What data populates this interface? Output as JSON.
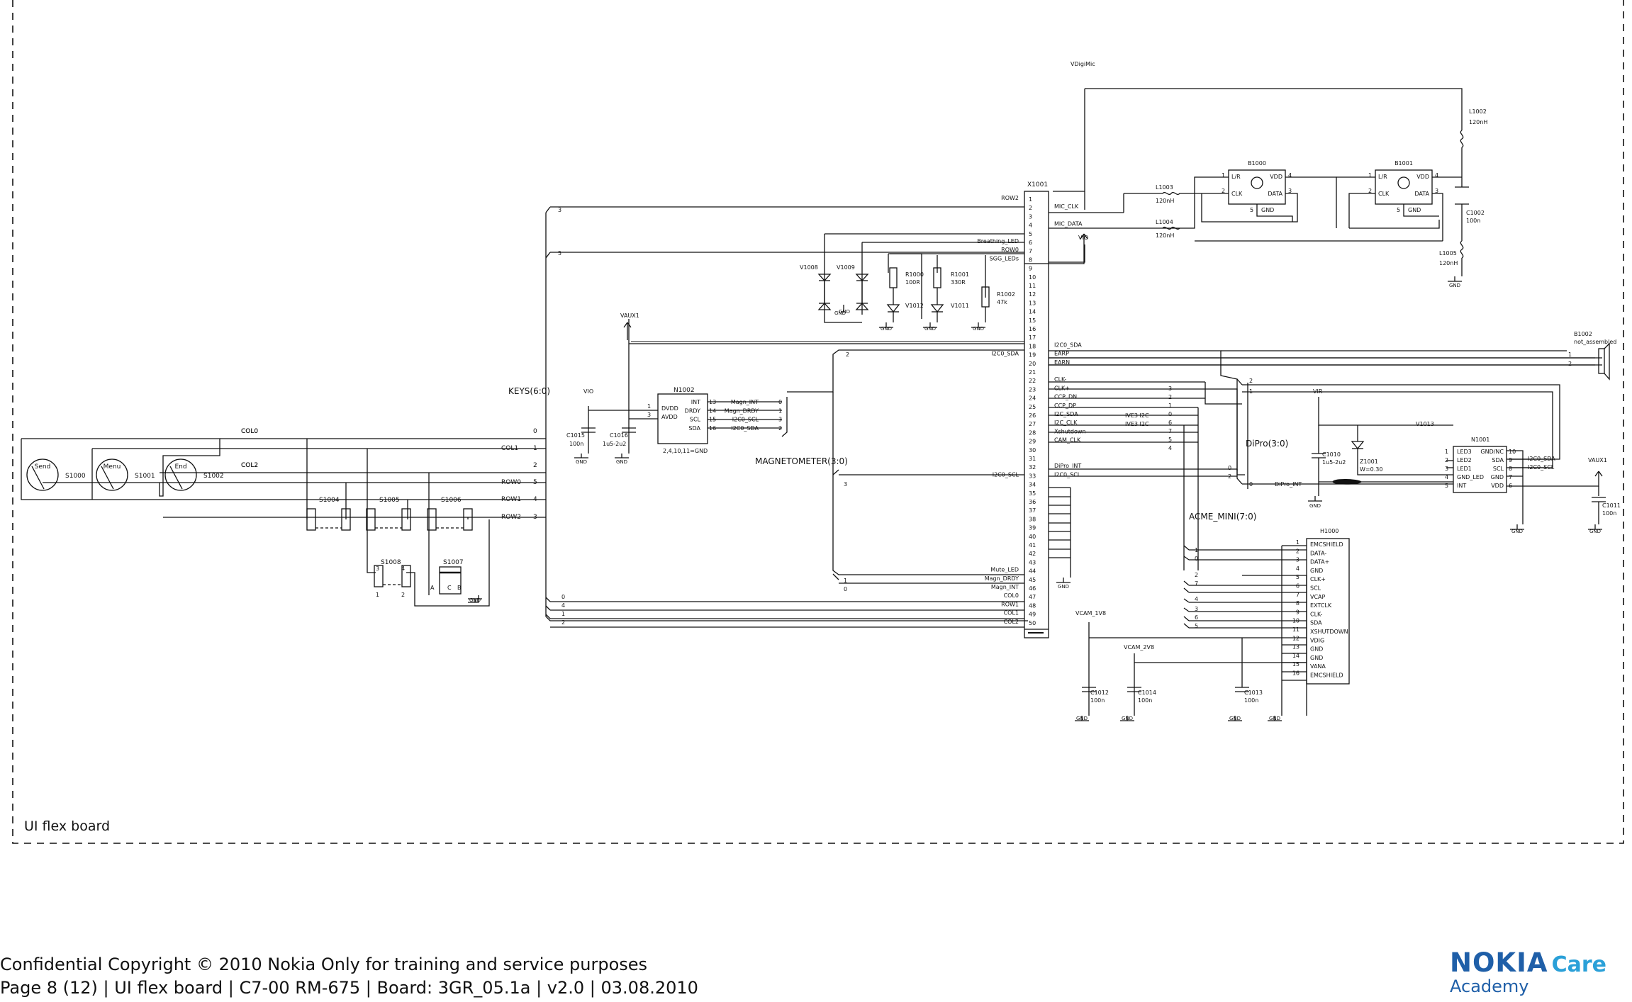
{
  "frame_label": "UI flex board",
  "footer": {
    "line1": "Confidential Copyright © 2010 Nokia Only for training and service purposes",
    "line2": "Page 8 (12)  |  UI flex board  |  C7-00 RM-675  |  Board: 3GR_05.1a  |  v2.0  |  03.08.2010"
  },
  "logo": {
    "brand": "NOKIA",
    "care": "Care",
    "academy": "Academy"
  },
  "bus_labels": {
    "keys": "KEYS(6:0)",
    "magnetometer": "MAGNETOMETER(3:0)",
    "dipro": "DiPro(3:0)",
    "acme": "ACME_MINI(7:0)"
  },
  "connector": {
    "ref": "X1001",
    "pins": [
      "1",
      "2",
      "3",
      "4",
      "5",
      "6",
      "7",
      "8",
      "9",
      "10",
      "11",
      "12",
      "13",
      "14",
      "15",
      "16",
      "17",
      "18",
      "19",
      "20",
      "21",
      "22",
      "23",
      "24",
      "25",
      "26",
      "27",
      "28",
      "29",
      "30",
      "31",
      "32",
      "33",
      "34",
      "35",
      "36",
      "37",
      "38",
      "39",
      "40",
      "41",
      "42",
      "43",
      "44",
      "45",
      "46",
      "47",
      "48",
      "49",
      "50"
    ],
    "left_nets": {
      "1": "ROW2",
      "6": "Breathing_LED",
      "7": "ROW0",
      "8": "SGG_LEDs",
      "19": "I2C0_SDA",
      "33": "I2C0_SCL",
      "44": "Mute_LED",
      "45": "Magn_DRDY",
      "46": "Magn_INT",
      "47": "COL0",
      "48": "ROW1",
      "49": "COL1",
      "50": "COL2"
    },
    "right_nets": {
      "2": "MIC_CLK",
      "4": "MIC_DATA",
      "18": "I2C0_SDA",
      "19": "EARP",
      "20": "EARN",
      "22": "CLK-",
      "23": "CLK+",
      "24": "CCP_DN",
      "25": "CCP_DP",
      "26": "I2C_SDA",
      "27": "I2C_CLK",
      "28": "Xshutdown",
      "29": "CAM_CLK",
      "32": "DiPro_INT",
      "33": "I2C0_SCL"
    }
  },
  "keys": {
    "buttons": [
      {
        "ref": "S1000",
        "label": "Send"
      },
      {
        "ref": "S1001",
        "label": "Menu"
      },
      {
        "ref": "S1002",
        "label": "End"
      }
    ],
    "nets": [
      "COL0",
      "COL1",
      "COL2",
      "ROW0",
      "ROW1",
      "ROW2"
    ],
    "bits": [
      "0",
      "1",
      "2",
      "5",
      "4",
      "3"
    ],
    "switches": [
      "S1004",
      "S1005",
      "S1006",
      "S1008",
      "S1007"
    ],
    "switch_pins": {
      "s1008": [
        "3",
        "4",
        "1",
        "2"
      ],
      "s1007": [
        "A",
        "C",
        "B"
      ]
    },
    "row2_tap": "3",
    "row0_tap": "5",
    "bottom_bits": [
      "0",
      "4",
      "1",
      "2"
    ]
  },
  "magnetometer": {
    "ref": "N1002",
    "pins_left": [
      {
        "num": "1",
        "name": "DVDD"
      },
      {
        "num": "3",
        "name": "AVDD"
      }
    ],
    "pins_right": [
      {
        "num": "13",
        "name": "INT"
      },
      {
        "num": "14",
        "name": "DRDY"
      },
      {
        "num": "15",
        "name": "SCL"
      },
      {
        "num": "16",
        "name": "SDA"
      }
    ],
    "gnd_note": "2,4,10,11=GND",
    "nets": [
      "Magn_INT",
      "Magn_DRDY",
      "I2C0_SCL",
      "I2C0_SDA"
    ],
    "bits": [
      "0",
      "1",
      "3",
      "2"
    ],
    "caps": [
      {
        "ref": "C1015",
        "value": "100n"
      },
      {
        "ref": "C1016",
        "value": "1u5-2u2"
      }
    ],
    "rails": [
      "VIO",
      "VAUX1"
    ],
    "tap_sda": "2",
    "tap_scl": "3",
    "tap_drdy": "1",
    "tap_int": "0"
  },
  "leds": {
    "diodes": [
      "V1008",
      "V1009",
      "V1012",
      "V1011"
    ],
    "resistors": [
      {
        "ref": "R1000",
        "value": "100R"
      },
      {
        "ref": "R1001",
        "value": "330R"
      },
      {
        "ref": "R1002",
        "value": "47k"
      }
    ],
    "rail": "VIO"
  },
  "mics": {
    "rail": "VDigiMic",
    "chips": [
      {
        "ref": "B1000",
        "pins": [
          "1",
          "2",
          "4",
          "3",
          "5"
        ],
        "names": [
          "L/R",
          "CLK",
          "VDD",
          "DATA",
          "GND"
        ]
      },
      {
        "ref": "B1001",
        "pins": [
          "1",
          "2",
          "4",
          "3",
          "5"
        ],
        "names": [
          "L/R",
          "CLK",
          "VDD",
          "DATA",
          "GND"
        ]
      }
    ],
    "inductors": [
      {
        "ref": "L1002",
        "value": "120nH"
      },
      {
        "ref": "L1003",
        "value": "120nH"
      },
      {
        "ref": "L1004",
        "value": "120nH"
      },
      {
        "ref": "L1005",
        "value": "120nH"
      }
    ],
    "cap": {
      "ref": "C1002",
      "value": "100n"
    }
  },
  "earpiece": {
    "ref": "B1002",
    "note": "not_assembled",
    "pins": [
      "1",
      "2"
    ]
  },
  "dipro": {
    "ref": "N1001",
    "left_pins": [
      {
        "num": "1",
        "name": "LED3"
      },
      {
        "num": "2",
        "name": "LED2"
      },
      {
        "num": "3",
        "name": "LED1"
      },
      {
        "num": "4",
        "name": "GND_LED"
      },
      {
        "num": "5",
        "name": "INT"
      }
    ],
    "right_pins": [
      {
        "num": "10",
        "name": "GND/NC"
      },
      {
        "num": "9",
        "name": "SDA"
      },
      {
        "num": "8",
        "name": "SCL"
      },
      {
        "num": "7",
        "name": "GND"
      },
      {
        "num": "6",
        "name": "VDD"
      }
    ],
    "nets": [
      "I2C0_SDA",
      "I2C0_SCL",
      "DiPro_INT"
    ],
    "rail": "VIR",
    "led": "V1013",
    "cap": {
      "ref": "C1010",
      "value": "1u5-2u2"
    },
    "res": {
      "ref": "Z1001",
      "value": "W=0.30"
    },
    "cap2": {
      "ref": "C1011",
      "value": "100n"
    },
    "rail2": "VAUX1",
    "bits": [
      "2",
      "1",
      "0",
      "2",
      "0"
    ]
  },
  "camera": {
    "ref": "H1000",
    "pins": [
      "1",
      "2",
      "3",
      "4",
      "5",
      "6",
      "7",
      "8",
      "9",
      "10",
      "11",
      "12",
      "13",
      "14",
      "15",
      "16"
    ],
    "names": [
      "EMCSHIELD",
      "DATA-",
      "DATA+",
      "GND",
      "CLK+",
      "SCL",
      "VCAP",
      "EXTCLK",
      "CLK-",
      "SDA",
      "XSHUTDOWN",
      "VDIG",
      "GND",
      "GND",
      "VANA",
      "EMCSHIELD"
    ],
    "rails": [
      "VCAM_1V8",
      "VCAM_2V8"
    ],
    "caps": [
      {
        "ref": "C1012",
        "value": "100n"
      },
      {
        "ref": "C1014",
        "value": "100n"
      },
      {
        "ref": "C1013",
        "value": "100n"
      }
    ],
    "acme_bits": [
      "3",
      "2",
      "1",
      "0",
      "6",
      "7",
      "5",
      "4"
    ],
    "h_bits": [
      "1",
      "0",
      "2",
      "7",
      "4",
      "3",
      "6",
      "5"
    ],
    "ive3": [
      "IVE3 I2C",
      "IVE3 I2C"
    ]
  },
  "gnd": "GND"
}
